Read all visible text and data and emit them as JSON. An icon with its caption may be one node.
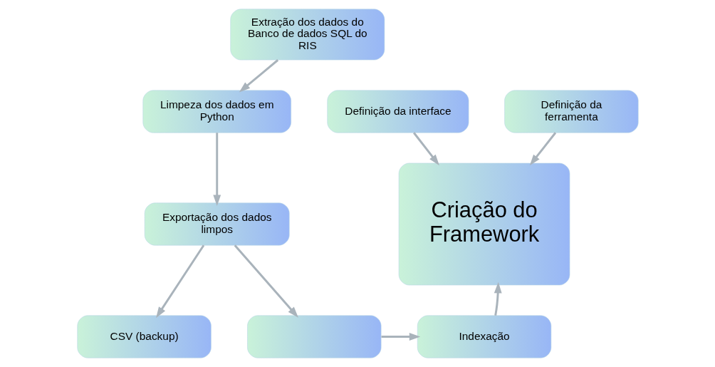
{
  "diagram": {
    "nodes": [
      {
        "text": [
          "Extração dos dados do Banco de dados SQL do RIS"
        ]
      },
      {
        "text": [
          "Limpeza dos dados em Python"
        ]
      },
      {
        "text": [
          "Exportação dos dados limpos"
        ]
      },
      {
        "text": [
          "CSV (backup)"
        ]
      },
      {
        "text": [],
        "shape": "box"
      },
      {
        "text": [
          "Indexação"
        ]
      },
      {
        "text": [
          "Definição da interface"
        ]
      },
      {
        "text": [
          "Definição da ferramenta"
        ]
      },
      {
        "text": [
          "Criação do Framework"
        ]
      }
    ],
    "edges": [
      {
        "from": 0,
        "to": 1,
        "arrow": "to"
      },
      {
        "from": 1,
        "to": 2,
        "arrow": "to"
      },
      {
        "from": 2,
        "to": 3,
        "arrow": "to"
      },
      {
        "from": 2,
        "to": 4,
        "arrow": "to"
      },
      {
        "from": 4,
        "to": 5,
        "arrow": "to"
      },
      {
        "from": 5,
        "to": 8,
        "arrow": "to"
      },
      {
        "from": 6,
        "to": 8,
        "arrow": "to"
      },
      {
        "from": 7,
        "to": 8,
        "arrow": "to"
      }
    ]
  }
}
